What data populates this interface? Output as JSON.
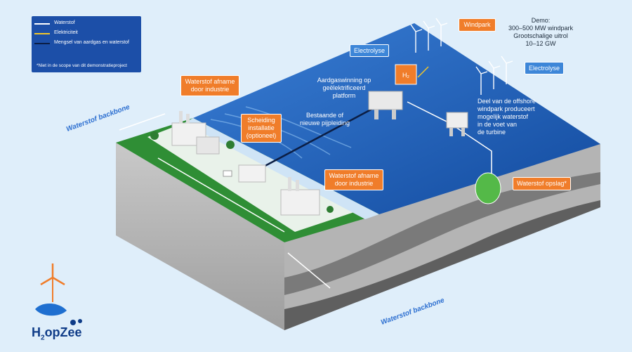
{
  "legend": {
    "items": [
      {
        "label": "Waterstof",
        "color": "#ffffff"
      },
      {
        "label": "Elektriciteit",
        "color": "#f2c62a"
      },
      {
        "label": "Mengsel van aardgas en waterstof",
        "color": "#0b1e45"
      }
    ],
    "note": "*Niet in de scope van dit demonstratieproject"
  },
  "labels": {
    "windpark": "Windpark",
    "demo": "Demo:\n300–500 MW windpark\nGrootschalige uitrol\n10–12 GW",
    "electrolyse_1": "Electrolyse",
    "electrolyse_2": "Electrolyse",
    "platform": "Aardgaswinning op\ngeëlektrificeerd\nplatform",
    "pipeline": "Bestaande of\nnieuwe pijpleiding",
    "offshore": "Deel van de offshore\nwindpark produceert\nmogelijk waterstof\nin de voet van\nde turbine",
    "afname_1": "Waterstof afname\ndoor industrie",
    "scheiding": "Scheiding\ninstallatie\n(optioneel)",
    "afname_2": "Waterstof afname\ndoor industrie",
    "opslag": "Waterstof opslag*",
    "backbone_1": "Waterstof backbone",
    "backbone_2": "Waterstof backbone"
  },
  "logo": {
    "prefix": "H",
    "sub": "2",
    "suffix": "opZee"
  },
  "colors": {
    "sea": "#1f5fbf",
    "land": "#3a9d3a",
    "orange": "#f07d2a",
    "electrolyse": "#3d86d8",
    "backbone_text": "#2d6fd0"
  }
}
